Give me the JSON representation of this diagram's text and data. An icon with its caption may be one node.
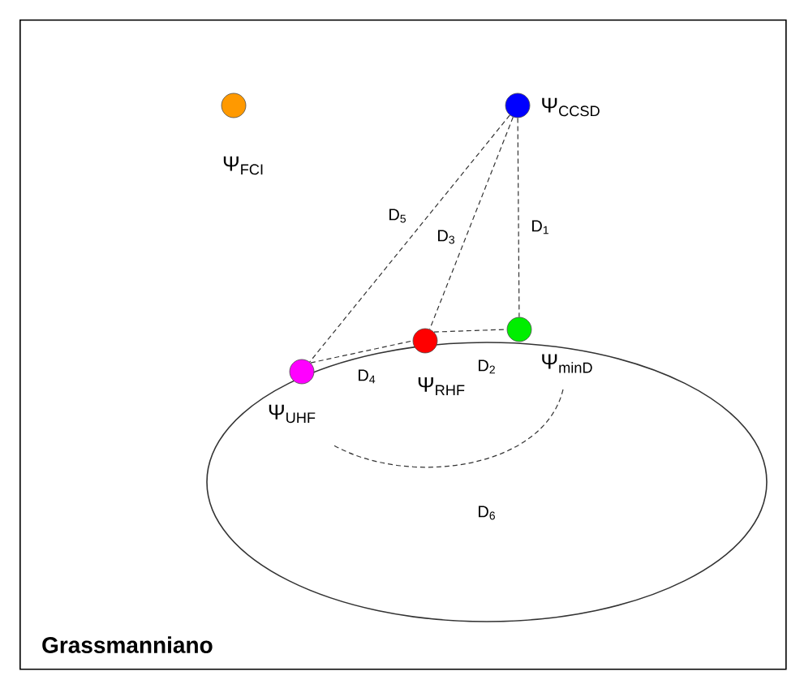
{
  "diagram": {
    "nodes": [
      {
        "text": [
          "Grassmanniano"
        ]
      },
      {
        "text": [],
        "shape": "ellipse",
        "in": 0
      },
      {
        "text": [
          "Ψ$_{FCI}$"
        ],
        "in": 0
      },
      {
        "text": [
          "Ψ$_{CCSD}$"
        ],
        "in": 0
      },
      {
        "text": [
          "Ψ$_{UHF}$"
        ],
        "in": 0
      },
      {
        "text": [
          "Ψ$_{RHF}$"
        ],
        "in": 0
      },
      {
        "text": [
          "Ψ$_{minD}$"
        ],
        "in": 0
      }
    ],
    "edges": [
      {
        "from": 3,
        "to": 6,
        "arrow": "none",
        "label": "D$_{1}$",
        "style": "dashed"
      },
      {
        "from": 5,
        "to": 6,
        "arrow": "none",
        "label": "D$_{2}$",
        "style": "dashed"
      },
      {
        "from": 3,
        "to": 5,
        "arrow": "none",
        "label": "D$_{3}$",
        "style": "dashed"
      },
      {
        "from": 4,
        "to": 5,
        "arrow": "none",
        "label": "D$_{4}$",
        "style": "dashed"
      },
      {
        "from": 3,
        "to": 4,
        "arrow": "none",
        "label": "D$_{5}$",
        "style": "dashed"
      }
    ],
    "labels": [
      "D$_{6}$"
    ]
  }
}
